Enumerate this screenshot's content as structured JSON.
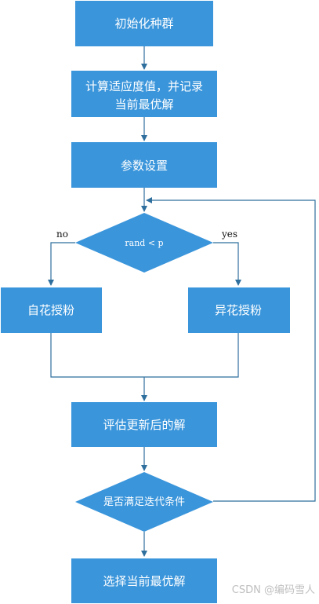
{
  "nodes": {
    "init_population": "初始化种群",
    "compute_fitness_line1": "计算适应度值，并记录",
    "compute_fitness_line2": "当前最优解",
    "set_parameters": "参数设置",
    "condition_rand": "rand < p",
    "self_pollination": "自花授粉",
    "cross_pollination": "异花授粉",
    "evaluate_solutions": "评估更新后的解",
    "check_termination": "是否满足迭代条件",
    "select_best": "选择当前最优解"
  },
  "edges": {
    "no_label": "no",
    "yes_label": "yes"
  },
  "watermark": "CSDN @编码雪人",
  "colors": {
    "node_fill": "#3a95db",
    "edge_stroke": "#2f6f9e",
    "text": "#ffffff"
  }
}
